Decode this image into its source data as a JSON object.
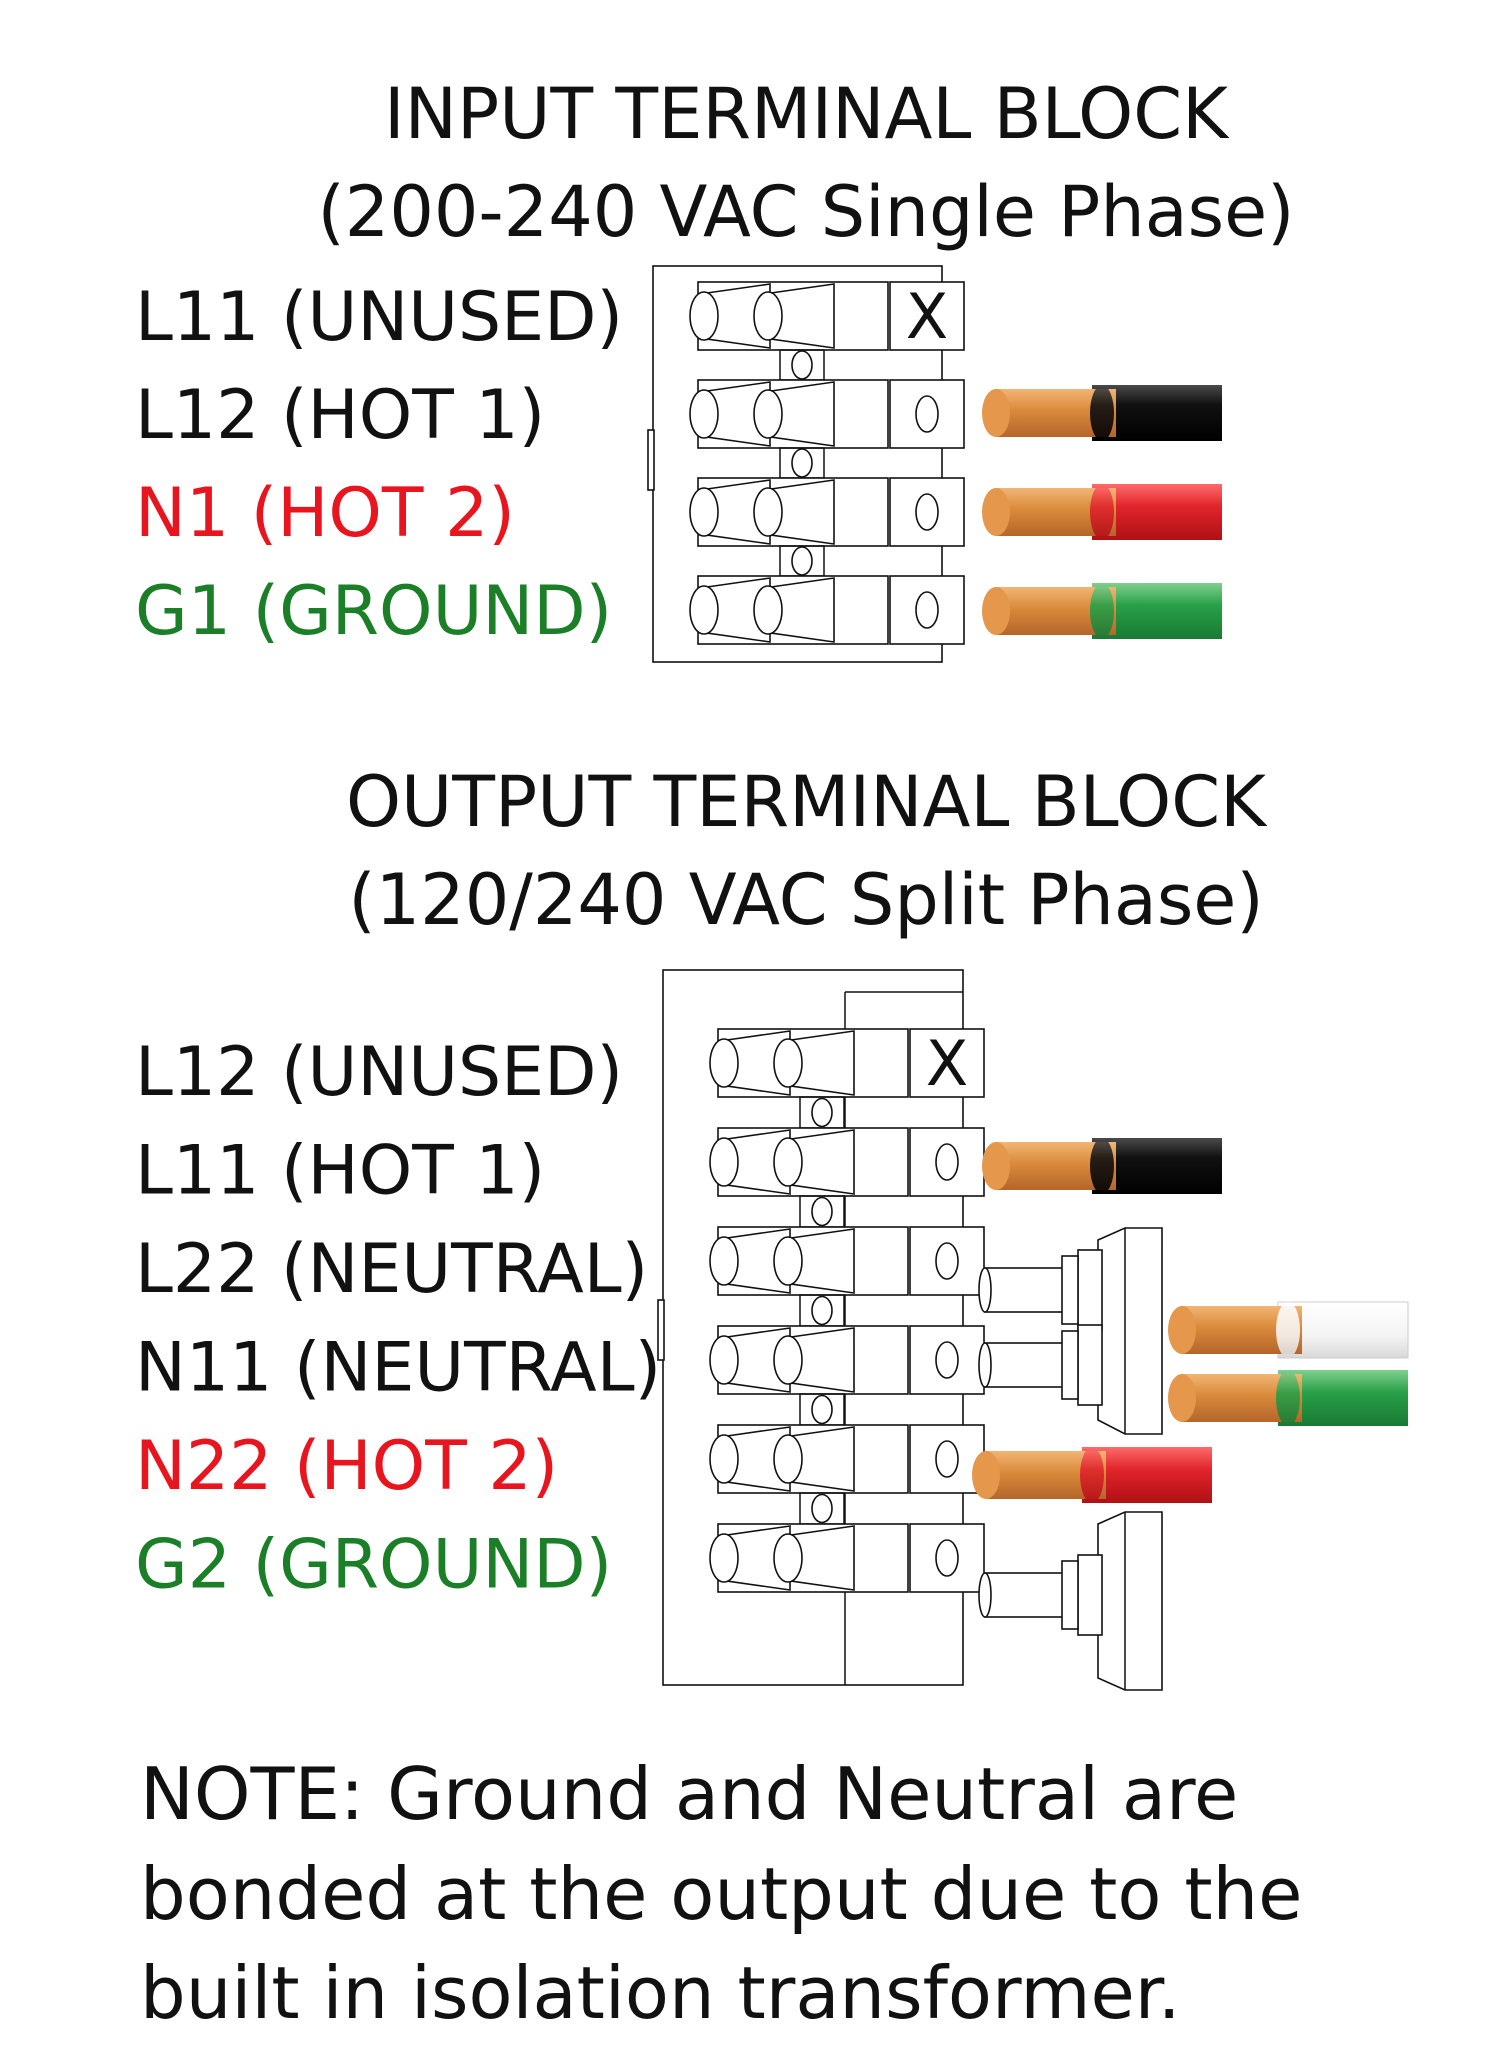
{
  "input_block": {
    "title_line1": "INPUT TERMINAL BLOCK",
    "title_line2": "(200-240 VAC Single Phase)",
    "terminals": [
      {
        "label": "L11 (UNUSED)",
        "color": "#111111",
        "wire": "none"
      },
      {
        "label": "L12 (HOT 1)",
        "color": "#111111",
        "wire": "black"
      },
      {
        "label": "N1 (HOT 2)",
        "color": "#e8141e",
        "wire": "red"
      },
      {
        "label": "G1 (GROUND)",
        "color": "#1a7f27",
        "wire": "green"
      }
    ]
  },
  "output_block": {
    "title_line1": "OUTPUT TERMINAL BLOCK",
    "title_line2": "(120/240 VAC Split Phase)",
    "terminals": [
      {
        "label": "L12 (UNUSED)",
        "color": "#111111",
        "wire": "none"
      },
      {
        "label": "L11 (HOT 1)",
        "color": "#111111",
        "wire": "black"
      },
      {
        "label": "L22 (NEUTRAL)",
        "color": "#111111",
        "wire": "bonded"
      },
      {
        "label": "N11 (NEUTRAL)",
        "color": "#111111",
        "wire": "bonded"
      },
      {
        "label": "N22 (HOT 2)",
        "color": "#e8141e",
        "wire": "red"
      },
      {
        "label": "G2 (GROUND)",
        "color": "#1a7f27",
        "wire": "bonded"
      }
    ]
  },
  "unused_mark": "X",
  "note": {
    "line1": "NOTE: Ground and Neutral are",
    "line2": "bonded at the output due to the",
    "line3": "built in isolation transformer."
  },
  "colors": {
    "copper": "#d98a3a",
    "wire_black": "#111111",
    "wire_red": "#e0252b",
    "wire_green": "#28a048",
    "wire_white": "#ffffff",
    "hot_label": "#e8141e",
    "ground_label": "#1a7f27"
  },
  "icons": [
    "screw-terminal-icon",
    "wire-icon",
    "bonding-bar-icon"
  ]
}
